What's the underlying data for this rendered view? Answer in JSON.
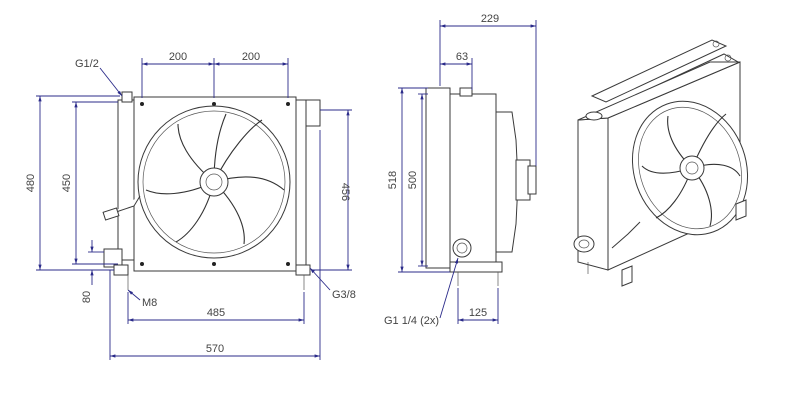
{
  "dimensions": {
    "w200_left": "200",
    "w200_right": "200",
    "g12": "G1/2",
    "h480": "480",
    "h450": "450",
    "h456": "456",
    "h80": "80",
    "m8": "M8",
    "g38": "G3/8",
    "w485": "485",
    "w570": "570",
    "w229": "229",
    "w63": "63",
    "h518": "518",
    "h500": "500",
    "g114": "G1 1/4 (2x)",
    "w125": "125"
  }
}
